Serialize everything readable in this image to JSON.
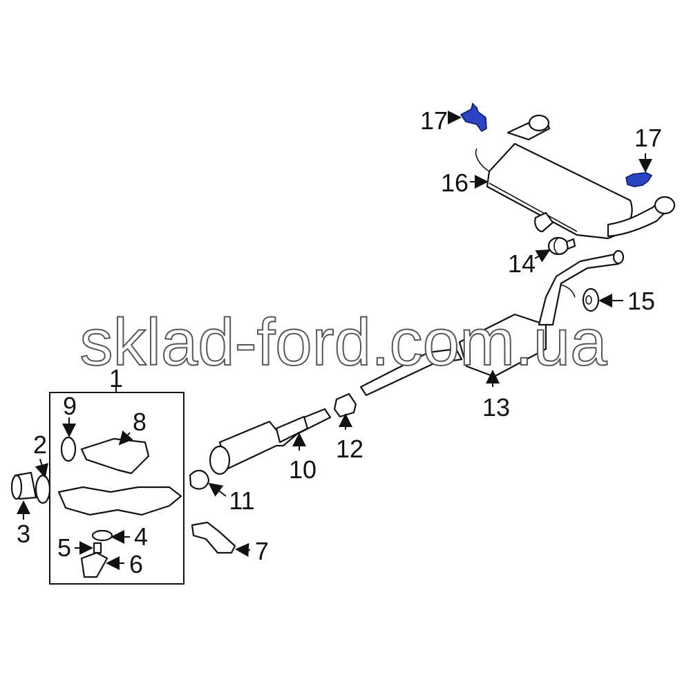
{
  "diagram": {
    "callouts": {
      "c1": "1",
      "c2": "2",
      "c3": "3",
      "c4": "4",
      "c5": "5",
      "c6": "6",
      "c7": "7",
      "c8": "8",
      "c9": "9",
      "c10": "10",
      "c11": "11",
      "c12": "12",
      "c13": "13",
      "c14": "14",
      "c15": "15",
      "c16": "16",
      "c17a": "17",
      "c17b": "17"
    },
    "watermark": "sklad-ford.com.ua",
    "colors": {
      "highlight": "#2b44c4",
      "line": "#111111"
    }
  }
}
